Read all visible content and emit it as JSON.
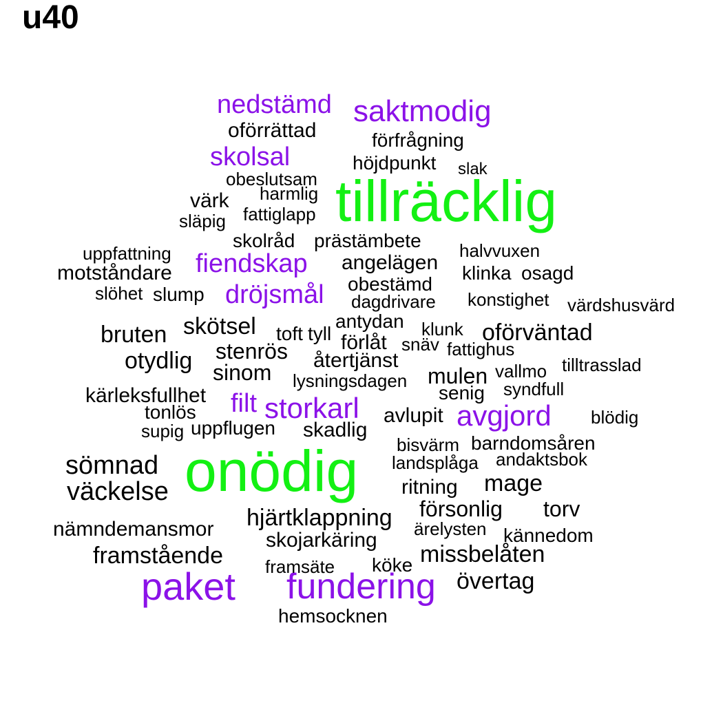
{
  "title": "u40",
  "colors": {
    "black": "#000000",
    "purple": "#8b12e8",
    "green": "#13f013"
  },
  "words": [
    "tillräcklig",
    "onödig",
    "saktmodig",
    "nedstämd",
    "skolsal",
    "fiendskap",
    "dröjsmål",
    "storkarl",
    "filt",
    "avgjord",
    "paket",
    "fundering",
    "oförrättad",
    "förfrågning",
    "höjdpunkt",
    "slak",
    "obeslutsam",
    "harmlig",
    "värk",
    "släpig",
    "fattiglapp",
    "skolråd",
    "prästämbete",
    "uppfattning",
    "halvvuxen",
    "motståndare",
    "angelägen",
    "klinka",
    "osagd",
    "obestämd",
    "slöhet",
    "slump",
    "dagdrivare",
    "konstighet",
    "värdshusvärd",
    "antydan",
    "skötsel",
    "bruten",
    "toft",
    "tyll",
    "klunk",
    "oförväntad",
    "förlåt",
    "snäv",
    "fattighus",
    "stenrös",
    "återtjänst",
    "otydlig",
    "sinom",
    "lysningsdagen",
    "mulen",
    "vallmo",
    "tilltrasslad",
    "kärleksfullhet",
    "senig",
    "syndfull",
    "tonlös",
    "avlupit",
    "blödig",
    "supig",
    "uppflugen",
    "skadlig",
    "bisvärm",
    "barndomsåren",
    "sömnad",
    "landsplåga",
    "andaktsbok",
    "väckelse",
    "ritning",
    "mage",
    "försonlig",
    "torv",
    "hjärtklappning",
    "nämndemansmor",
    "ärelysten",
    "kännedom",
    "skojarkäring",
    "framstående",
    "missbelåten",
    "framsäte",
    "köke",
    "övertag",
    "hemsocknen"
  ]
}
